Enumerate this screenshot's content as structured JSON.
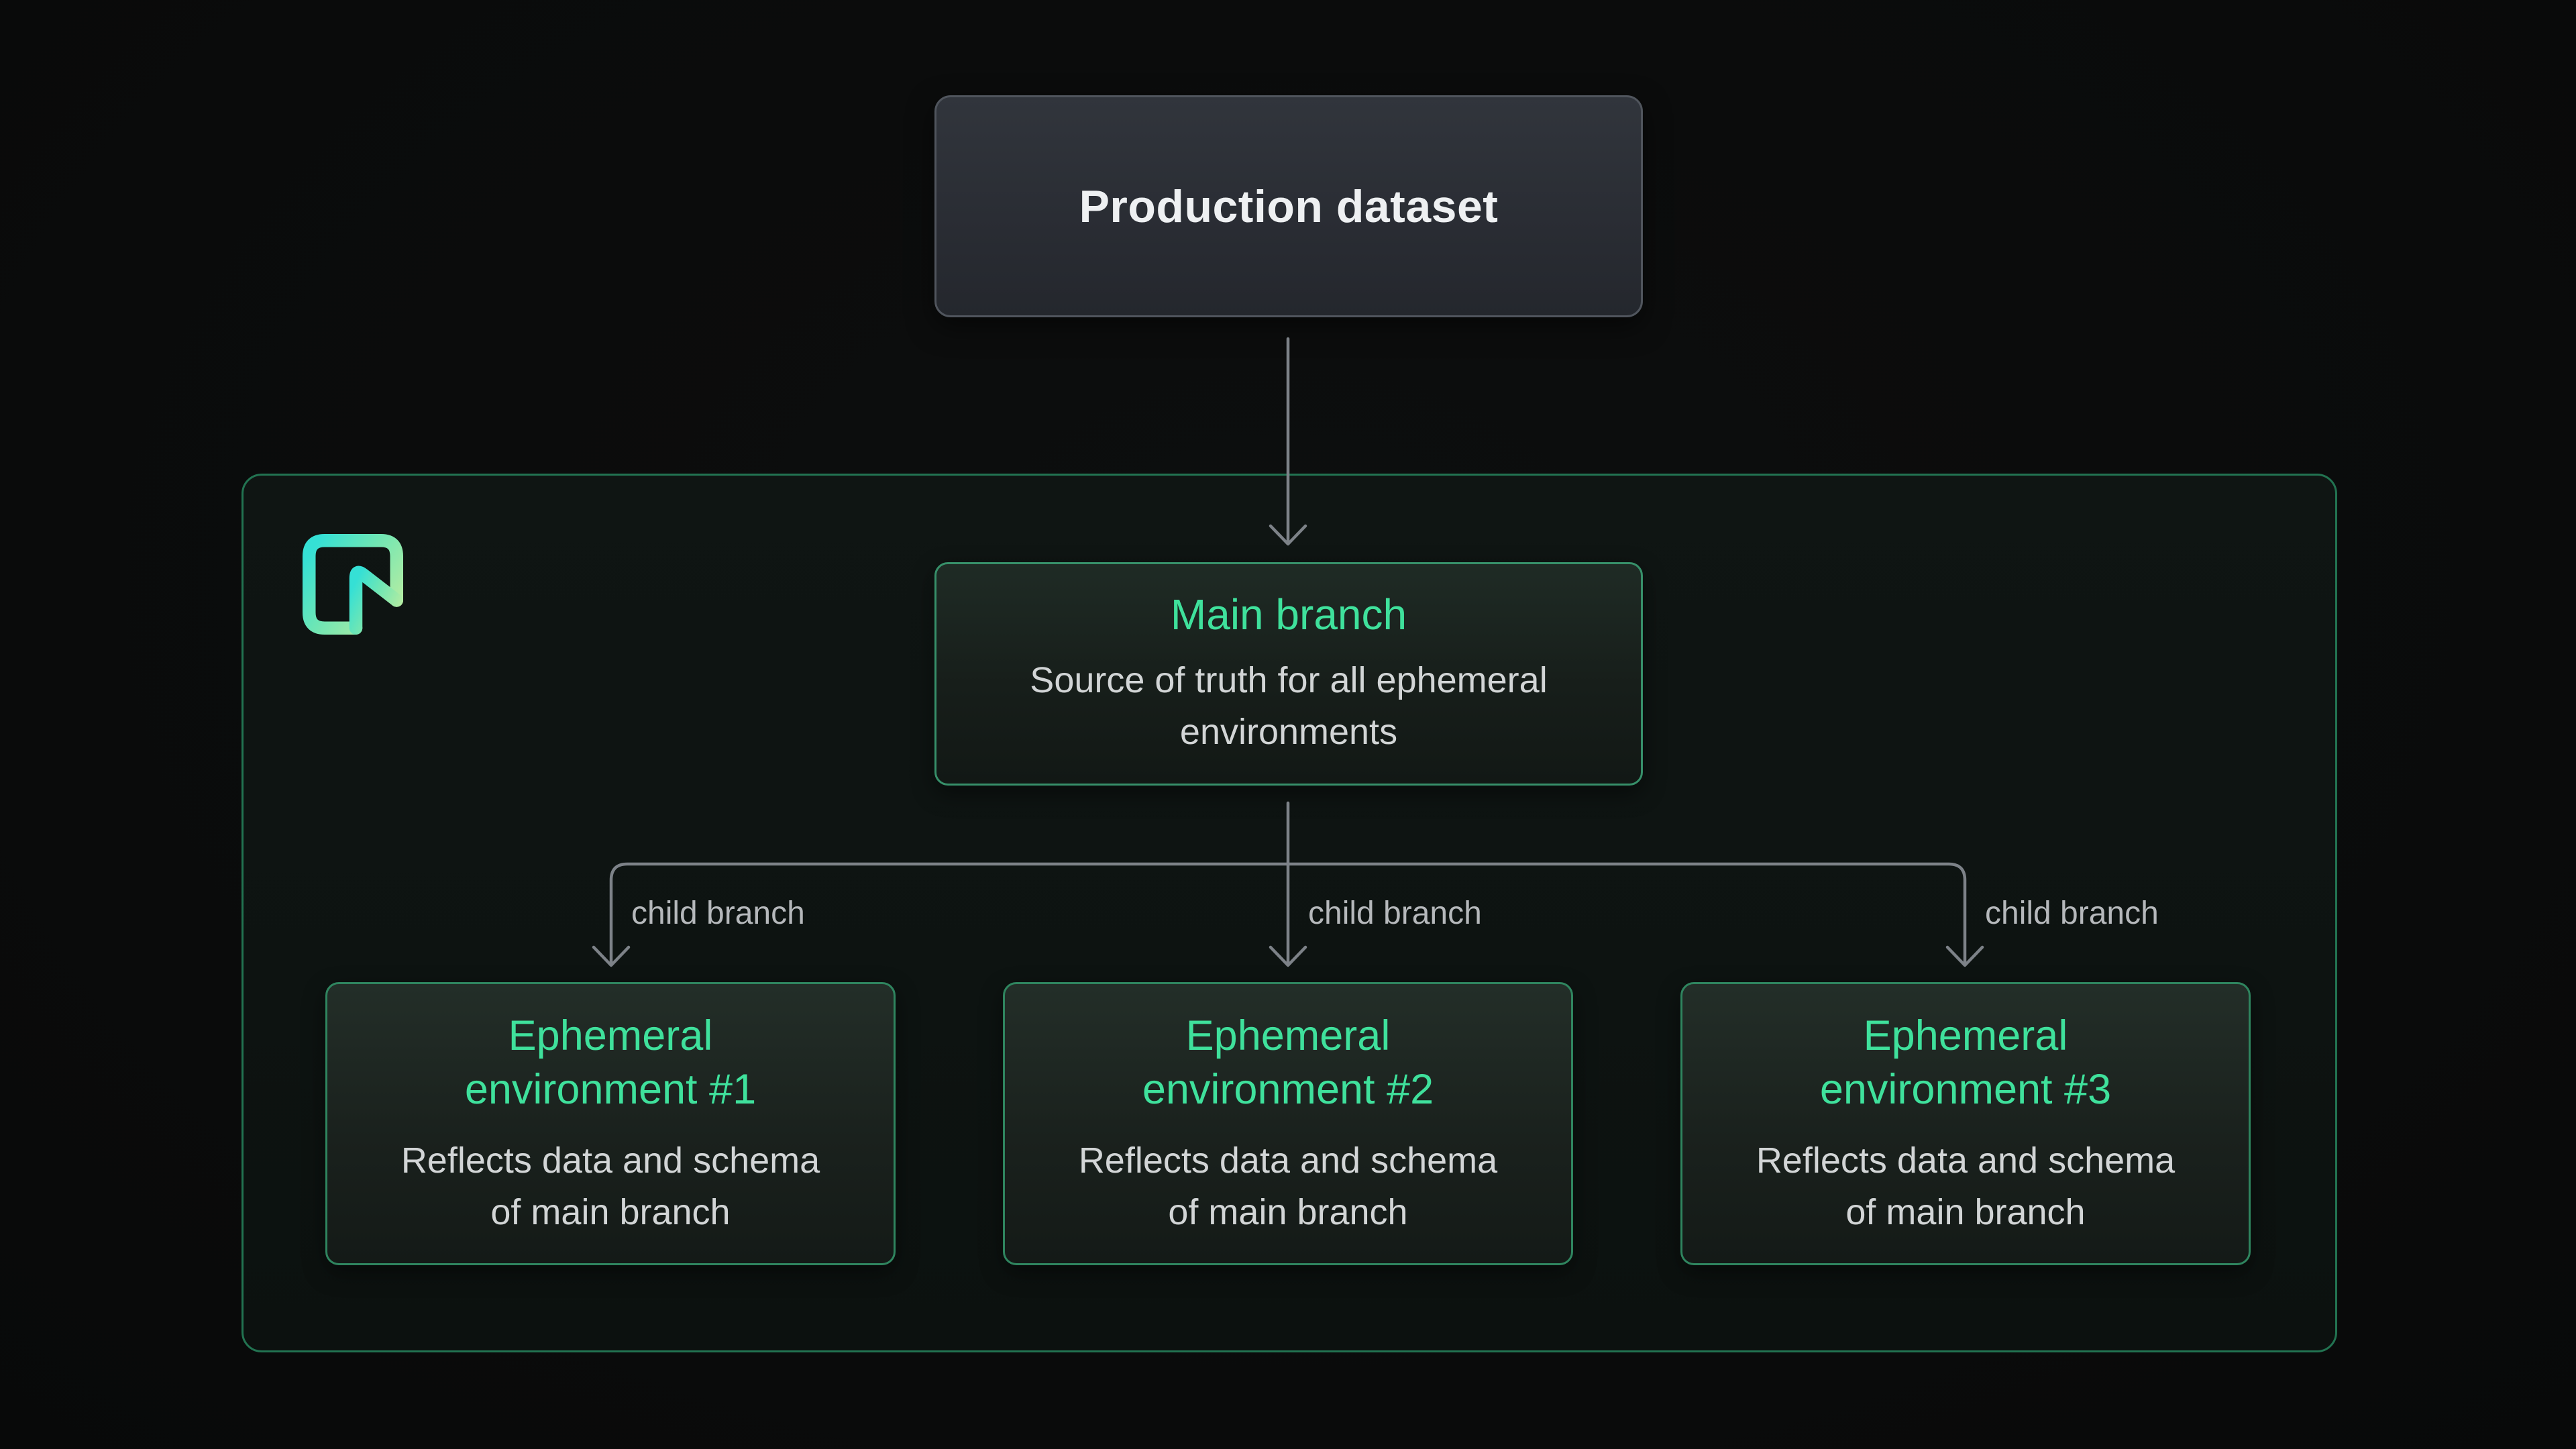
{
  "diagram": {
    "production": {
      "label": "Production dataset"
    },
    "main_branch": {
      "title": "Main branch",
      "subtitle_line1": "Source of truth for all ephemeral",
      "subtitle_line2": "environments"
    },
    "connector_labels": [
      "child branch",
      "child branch",
      "child branch"
    ],
    "environments": [
      {
        "title_line1": "Ephemeral",
        "title_line2": "environment #1",
        "body_line1": "Reflects data and schema",
        "body_line2": "of main branch"
      },
      {
        "title_line1": "Ephemeral",
        "title_line2": "environment #2",
        "body_line1": "Reflects data and schema",
        "body_line2": "of main branch"
      },
      {
        "title_line1": "Ephemeral",
        "title_line2": "environment #3",
        "body_line1": "Reflects data and schema",
        "body_line2": "of main branch"
      }
    ],
    "logo": "neon-logo"
  },
  "colors": {
    "background": "#0a0b0b",
    "accent_green_text": "#3fe19c",
    "container_border": "#227351",
    "branch_box_border": "#2f855f",
    "production_border": "#50555d",
    "connector_gray": "#7d8288",
    "body_text": "#d2d5d6",
    "label_text": "#b5b8bb",
    "logo_gradient_start": "#35e0d5",
    "logo_gradient_end": "#b9eda1"
  }
}
